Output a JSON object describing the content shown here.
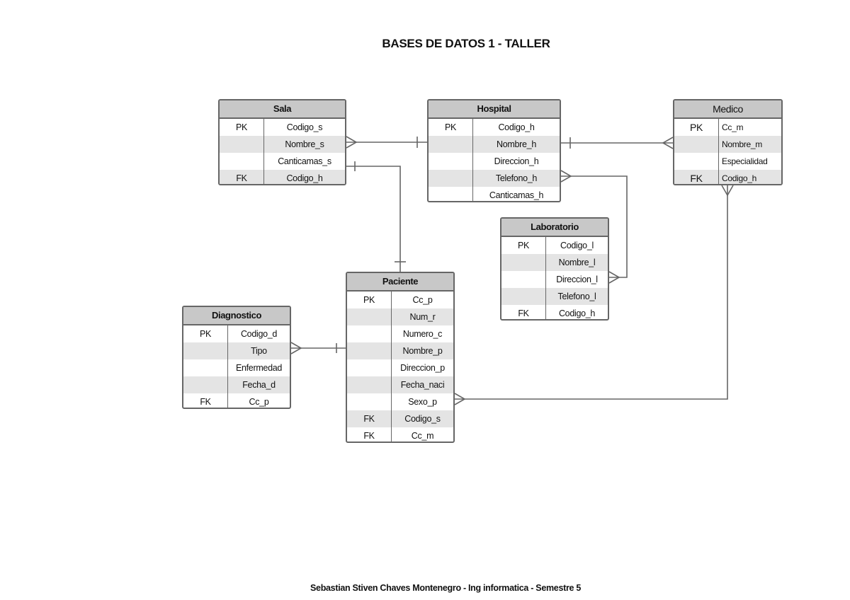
{
  "page": {
    "title": "BASES DE DATOS 1 - TALLER",
    "footer": "Sebastian Stiven Chaves Montenegro - Ing informatica - Semestre 5"
  },
  "entities": {
    "sala": {
      "name": "Sala",
      "rows": [
        {
          "key": "PK",
          "field": "Codigo_s"
        },
        {
          "key": "",
          "field": "Nombre_s"
        },
        {
          "key": "",
          "field": "Canticamas_s"
        },
        {
          "key": "FK",
          "field": "Codigo_h"
        }
      ]
    },
    "hospital": {
      "name": "Hospital",
      "rows": [
        {
          "key": "PK",
          "field": "Codigo_h"
        },
        {
          "key": "",
          "field": "Nombre_h"
        },
        {
          "key": "",
          "field": "Direccion_h"
        },
        {
          "key": "",
          "field": "Telefono_h"
        },
        {
          "key": "",
          "field": "Canticamas_h"
        }
      ]
    },
    "medico": {
      "name": "Medico",
      "rows": [
        {
          "key": "PK",
          "field": "Cc_m"
        },
        {
          "key": "",
          "field": "Nombre_m"
        },
        {
          "key": "",
          "field": "Especialidad"
        },
        {
          "key": "FK",
          "field": "Codigo_h"
        }
      ]
    },
    "laboratorio": {
      "name": "Laboratorio",
      "rows": [
        {
          "key": "PK",
          "field": "Codigo_l"
        },
        {
          "key": "",
          "field": "Nombre_l"
        },
        {
          "key": "",
          "field": "Direccion_l"
        },
        {
          "key": "",
          "field": "Telefono_l"
        },
        {
          "key": "FK",
          "field": "Codigo_h"
        }
      ]
    },
    "paciente": {
      "name": "Paciente",
      "rows": [
        {
          "key": "PK",
          "field": "Cc_p"
        },
        {
          "key": "",
          "field": "Num_r"
        },
        {
          "key": "",
          "field": "Numero_c"
        },
        {
          "key": "",
          "field": "Nombre_p"
        },
        {
          "key": "",
          "field": "Direccion_p"
        },
        {
          "key": "",
          "field": "Fecha_naci"
        },
        {
          "key": "",
          "field": "Sexo_p"
        },
        {
          "key": "FK",
          "field": "Codigo_s"
        },
        {
          "key": "FK",
          "field": "Cc_m"
        }
      ]
    },
    "diagnostico": {
      "name": "Diagnostico",
      "rows": [
        {
          "key": "PK",
          "field": "Codigo_d"
        },
        {
          "key": "",
          "field": "Tipo"
        },
        {
          "key": "",
          "field": "Enfermedad"
        },
        {
          "key": "",
          "field": "Fecha_d"
        },
        {
          "key": "FK",
          "field": "Cc_p"
        }
      ]
    }
  },
  "colors": {
    "line": "#666666",
    "header_bg": "#c8c8c8",
    "alt_row_bg": "#e4e4e4"
  }
}
